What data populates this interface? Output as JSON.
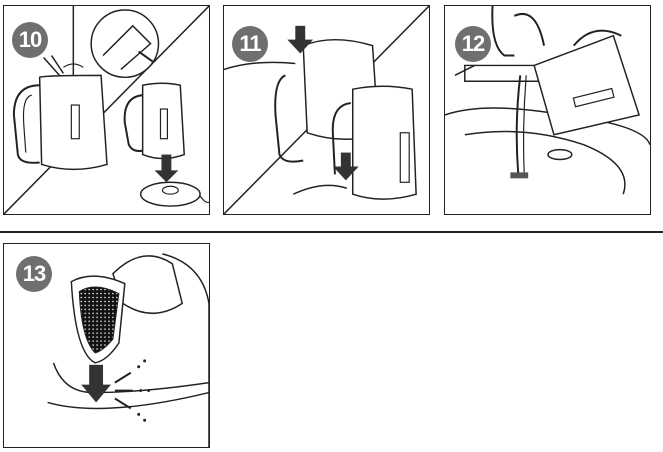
{
  "steps": [
    {
      "number": "10",
      "icon": "kettle-rinse-and-base-icon"
    },
    {
      "number": "11",
      "icon": "kettle-lid-and-switch-icon"
    },
    {
      "number": "12",
      "icon": "kettle-pour-into-sink-icon"
    },
    {
      "number": "13",
      "icon": "kettle-filter-removal-icon"
    }
  ],
  "colors": {
    "badge": "#6f6f6f",
    "line": "#222222",
    "arrow": "#333333"
  }
}
